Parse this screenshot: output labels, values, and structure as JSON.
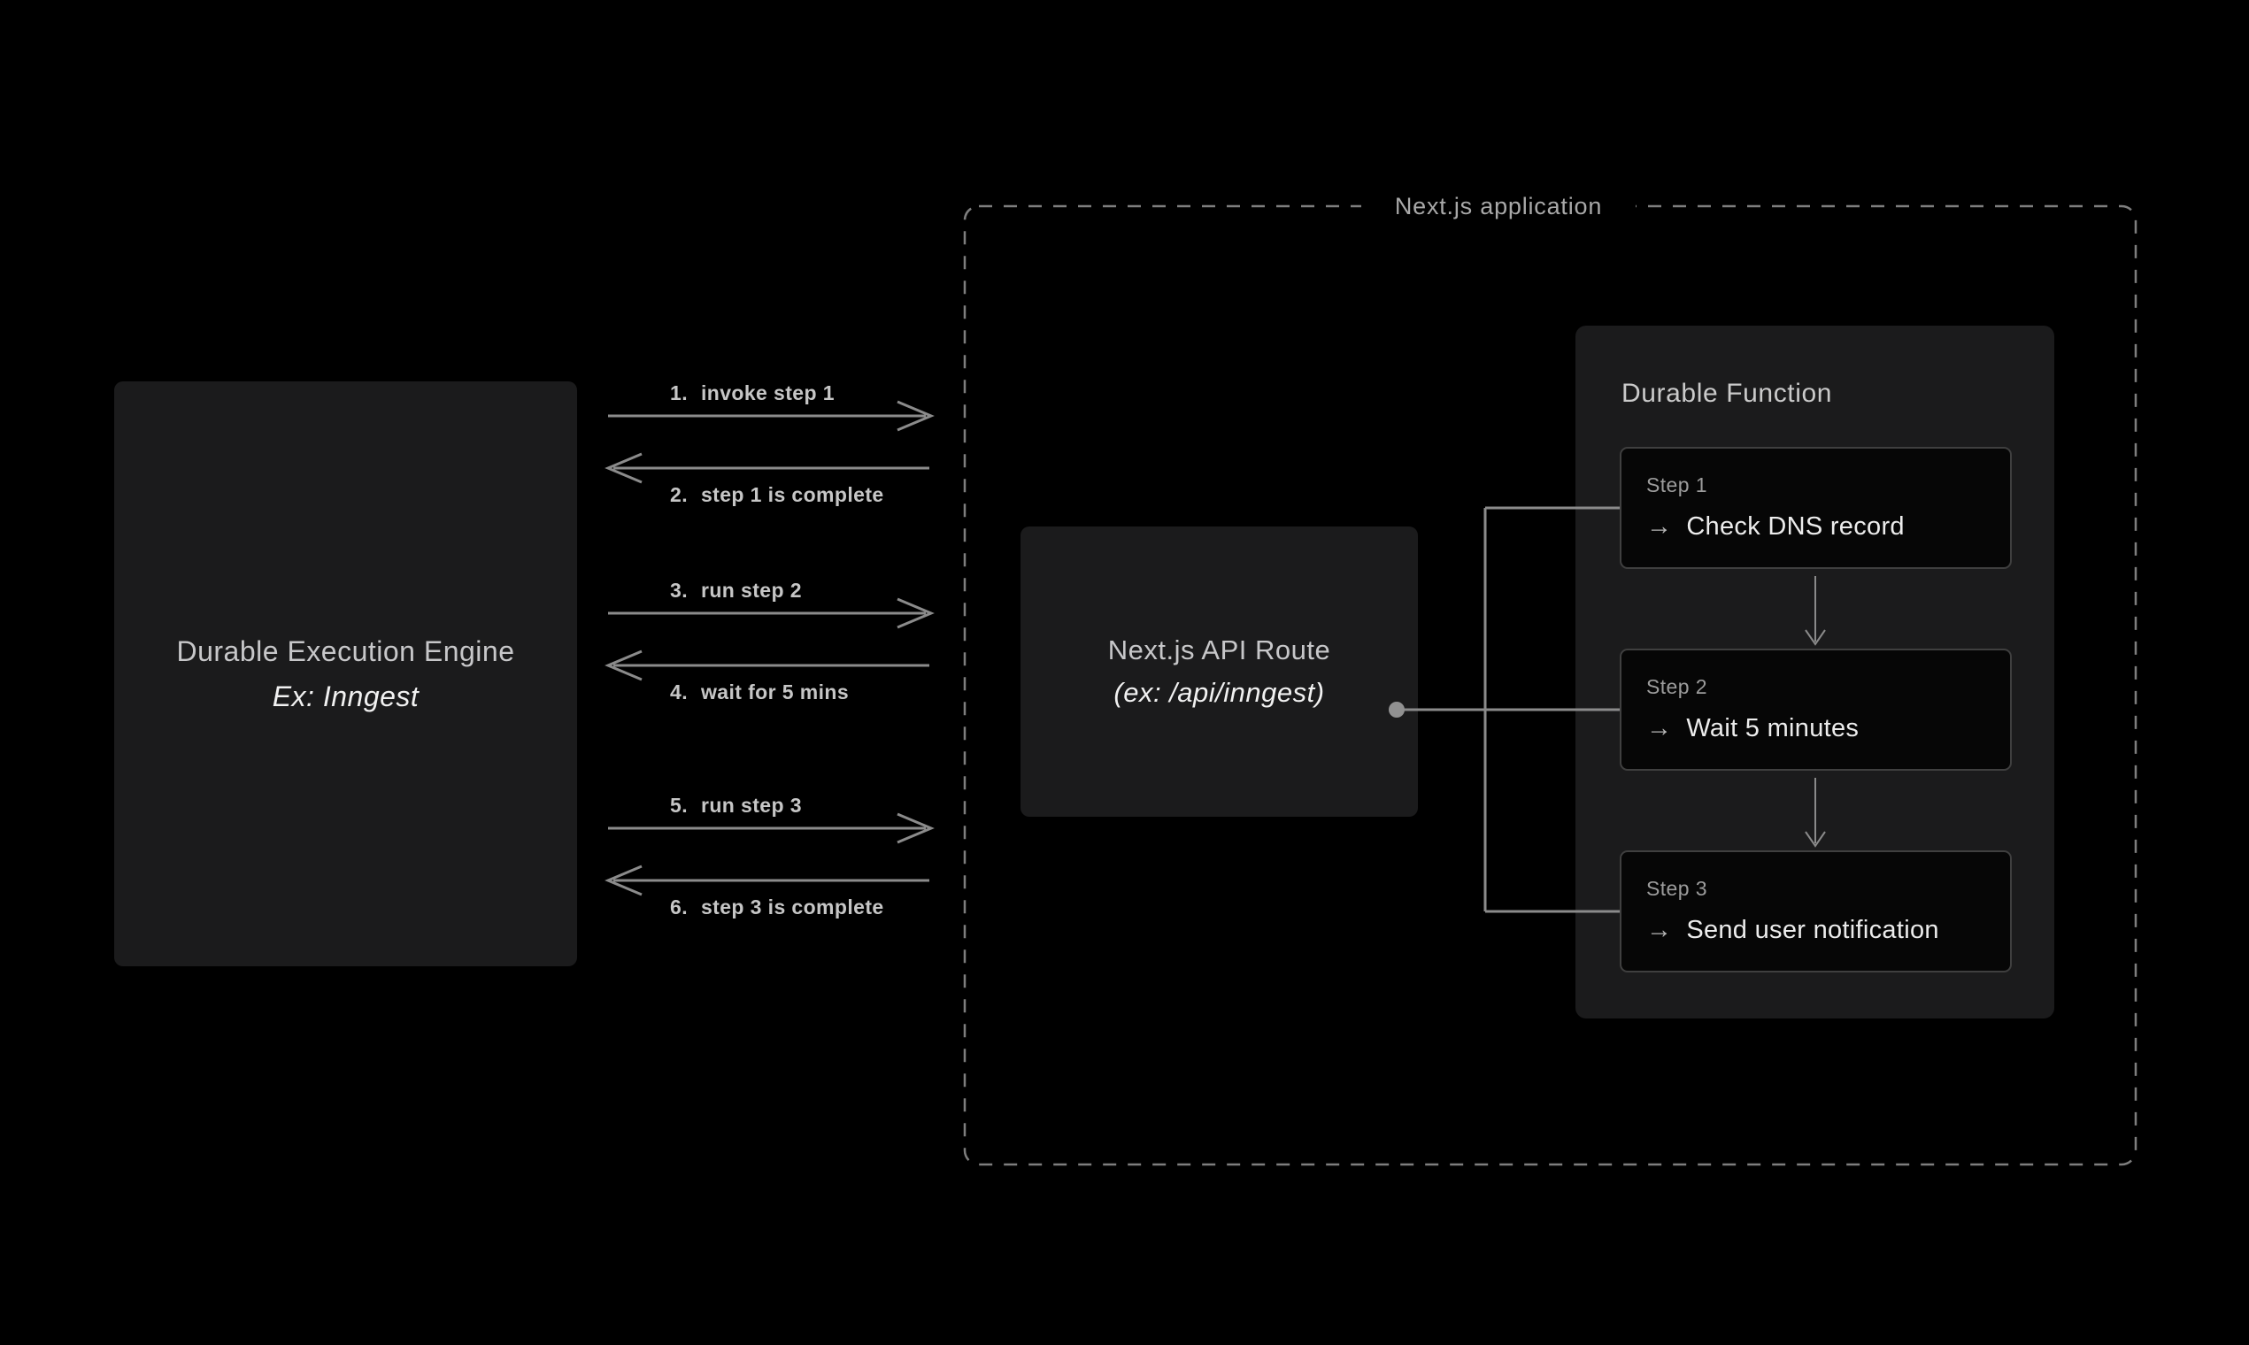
{
  "canvas": {
    "background": "#000000"
  },
  "engine_box": {
    "title": "Durable Execution Engine",
    "subtitle": "Ex: Inngest"
  },
  "messages": [
    {
      "num": "1.",
      "label": "invoke step 1",
      "direction": "right"
    },
    {
      "num": "2.",
      "label": "step 1 is complete",
      "direction": "left"
    },
    {
      "num": "3.",
      "label": "run step 2",
      "direction": "right"
    },
    {
      "num": "4.",
      "label": "wait for 5 mins",
      "direction": "left"
    },
    {
      "num": "5.",
      "label": "run step 3",
      "direction": "right"
    },
    {
      "num": "6.",
      "label": "step 3 is complete",
      "direction": "left"
    }
  ],
  "container": {
    "label": "Next.js application"
  },
  "api_box": {
    "title": "Next.js API Route",
    "subtitle": "(ex: /api/inngest)"
  },
  "durable_function": {
    "title": "Durable Function",
    "arrow_glyph": "→",
    "steps": [
      {
        "label": "Step 1",
        "text": "Check DNS record"
      },
      {
        "label": "Step 2",
        "text": "Wait 5 minutes"
      },
      {
        "label": "Step 3",
        "text": "Send user notification"
      }
    ]
  },
  "colors": {
    "background": "#000000",
    "box_bg": "#1b1b1c",
    "card_bg": "#060606",
    "card_border": "#3f3f3f",
    "line": "#8b8b8b",
    "dashed_border": "#7e7e7e",
    "label_text": "#c6c6c6",
    "bright_text": "#f1f1f1",
    "muted_text": "#9c9c9c"
  }
}
